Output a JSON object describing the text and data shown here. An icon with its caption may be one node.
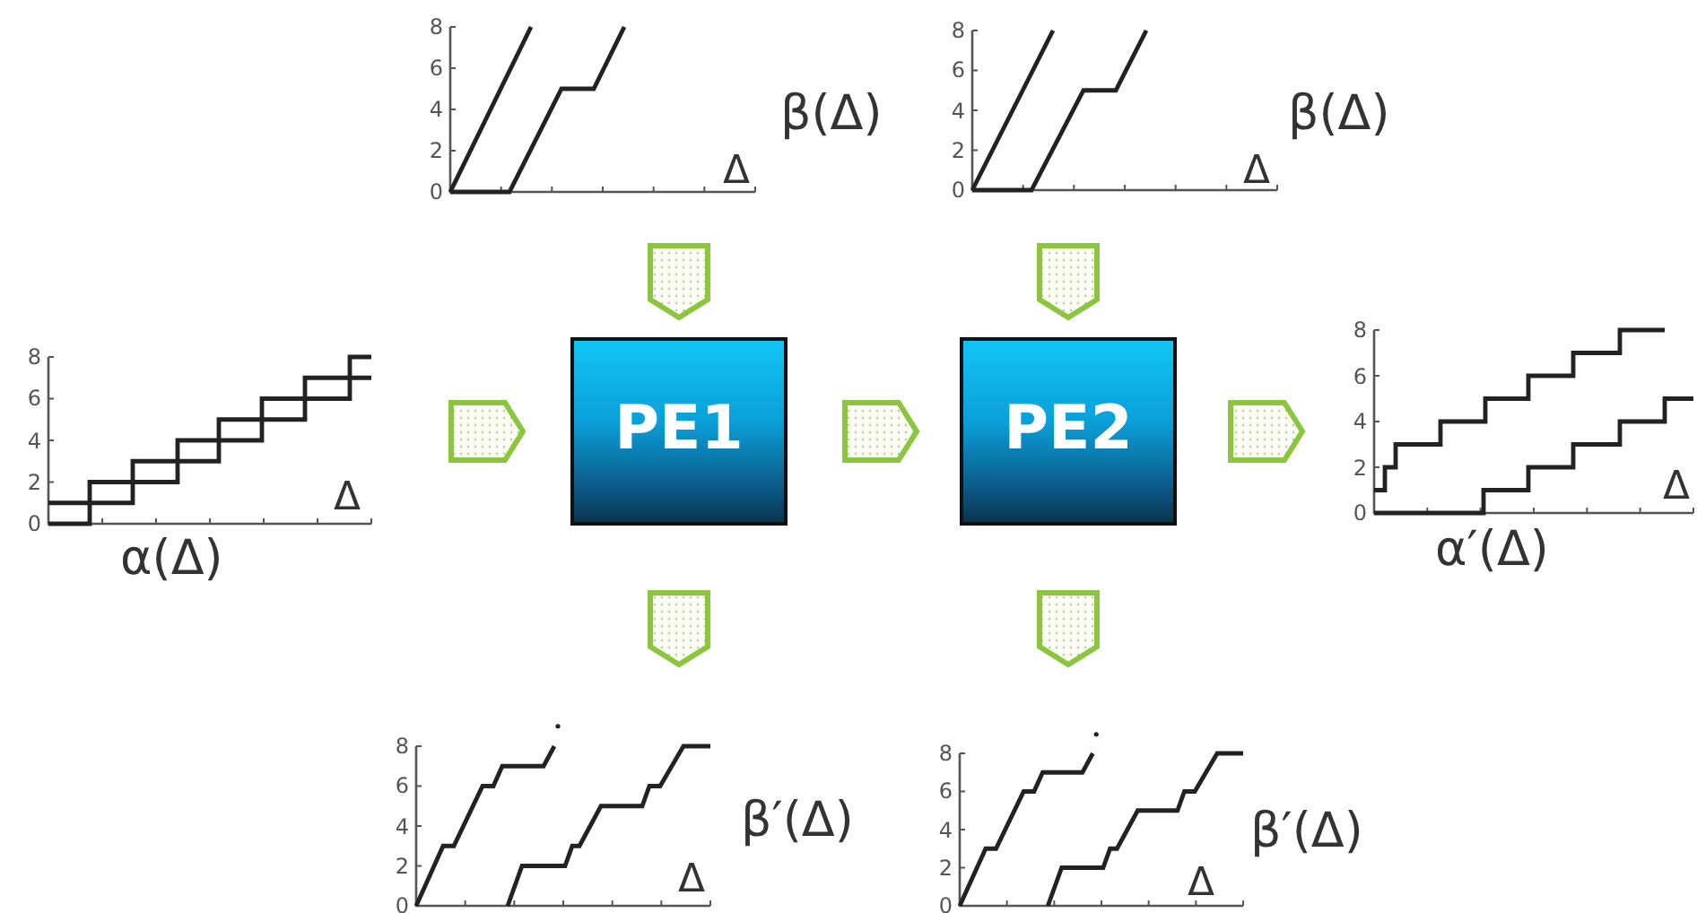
{
  "diagram": {
    "nodes": [
      {
        "text": [
          "β(Δ)"
        ]
      },
      {
        "text": [
          "β(Δ)"
        ]
      },
      {
        "text": [
          "α(Δ)"
        ]
      },
      {
        "text": [
          "PE1"
        ]
      },
      {
        "text": [
          "PE2"
        ]
      },
      {
        "text": [
          "α′(Δ)"
        ]
      },
      {
        "text": [
          "β′(Δ)"
        ]
      },
      {
        "text": [
          "β′(Δ)"
        ]
      }
    ],
    "edges": [
      {
        "from": 0,
        "to": 3,
        "arrow": "to"
      },
      {
        "from": 1,
        "to": 4,
        "arrow": "to"
      },
      {
        "from": 2,
        "to": 3,
        "arrow": "to"
      },
      {
        "from": 3,
        "to": 4,
        "arrow": "to"
      },
      {
        "from": 4,
        "to": 5,
        "arrow": "to"
      },
      {
        "from": 3,
        "to": 6,
        "arrow": "to"
      },
      {
        "from": 4,
        "to": 7,
        "arrow": "to"
      }
    ],
    "labels": [
      "8",
      "6",
      "4",
      "2",
      "0",
      "Δ",
      "8",
      "6",
      "4",
      "2",
      "0",
      "Δ",
      "8",
      "6",
      "4",
      "2",
      "0",
      "Δ",
      "8",
      "6",
      "4",
      "2",
      "0",
      "Δ",
      "8",
      "6",
      "4",
      "2",
      "0",
      "Δ",
      "8",
      "6",
      "4",
      "2",
      "0",
      "Δ"
    ]
  }
}
